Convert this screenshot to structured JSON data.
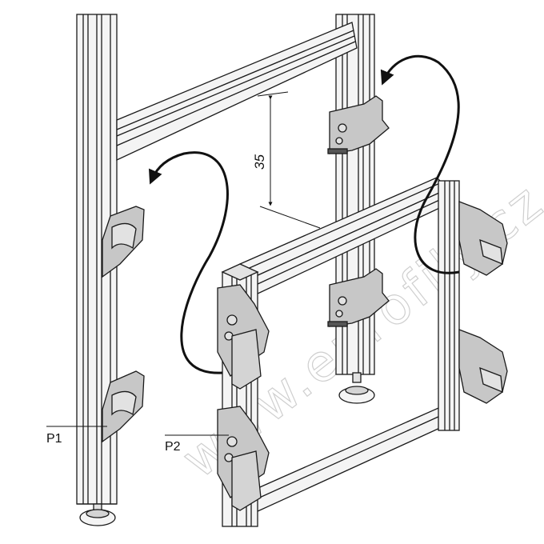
{
  "labels": {
    "p1": "P1",
    "p2": "P2",
    "dimension": "35"
  },
  "watermark": "www.eprofily.cz",
  "colors": {
    "line": "#1a1a1a",
    "part_fill": "#c7c7c7",
    "part_light": "#e2e2e2",
    "profile_fill": "#f4f4f4",
    "watermark": "#cfcfcf"
  },
  "icons": [
    "curved-arrow-icon"
  ]
}
